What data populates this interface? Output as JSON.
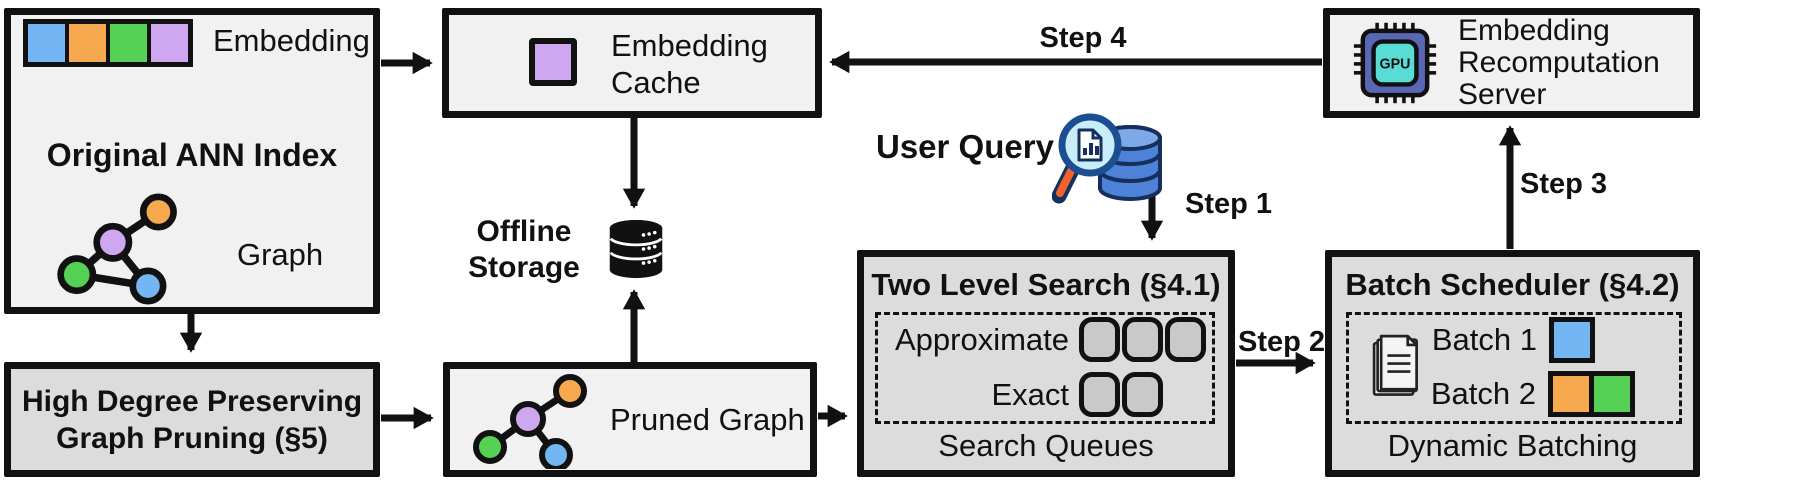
{
  "colors": {
    "blue": "#73b6f3",
    "orange": "#f6a94f",
    "green": "#55d155",
    "purple": "#cfa7f1",
    "box_light": "#f1f1f1",
    "box_gray": "#dcdcdc",
    "slot_gray": "#c9c9c9",
    "line_black": "#111111",
    "gpu_body": "#5a67b5",
    "gpu_core": "#58dcd4",
    "db_blue": "#4d82d8",
    "lens_blue": "#c8ecf8",
    "handle_orange": "#f2622e"
  },
  "ann_index": {
    "embedding_label": "Embedding",
    "title": "Original ANN Index",
    "graph_label": "Graph"
  },
  "embedding_cache": {
    "label": "Embedding Cache"
  },
  "offline_storage": {
    "label": "Offline Storage"
  },
  "recomputation_server": {
    "label": "Embedding Recomputation Server",
    "gpu_chip_label": "GPU"
  },
  "user_query": {
    "label": "User Query"
  },
  "steps": {
    "step1": "Step 1",
    "step2": "Step 2",
    "step3": "Step 3",
    "step4": "Step 4"
  },
  "two_level_search": {
    "title": "Two Level Search (§4.1)",
    "approximate_label": "Approximate",
    "approximate_slot_count": 3,
    "exact_label": "Exact",
    "exact_slot_count": 2,
    "caption": "Search Queues"
  },
  "batch_scheduler": {
    "title": "Batch Scheduler (§4.2)",
    "batch1_label": "Batch 1",
    "batch2_label": "Batch 2",
    "caption": "Dynamic Batching"
  },
  "graph_pruning": {
    "title": "High Degree Preserving Graph Pruning (§5)"
  },
  "pruned_graph": {
    "label": "Pruned Graph"
  }
}
